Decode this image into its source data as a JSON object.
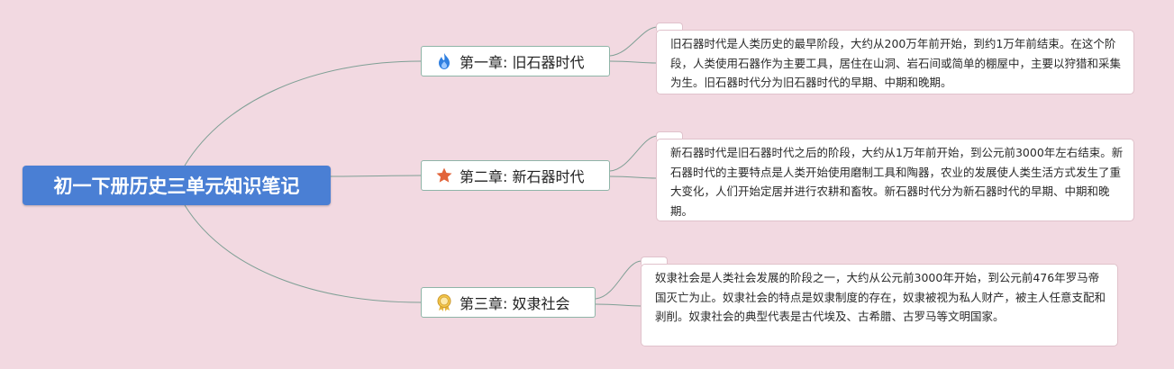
{
  "root": {
    "title": "初一下册历史三单元知识笔记"
  },
  "chapters": [
    {
      "label": "第一章: 旧石器时代",
      "icon": "fire-icon",
      "note": "旧石器时代是人类历史的最早阶段，大约从200万年前开始，到约1万年前结束。在这个阶段，人类使用石器作为主要工具，居住在山洞、岩石间或简单的棚屋中，主要以狩猎和采集为生。旧石器时代分为旧石器时代的早期、中期和晚期。"
    },
    {
      "label": "第二章: 新石器时代",
      "icon": "star-icon",
      "note": "新石器时代是旧石器时代之后的阶段，大约从1万年前开始，到公元前3000年左右结束。新石器时代的主要特点是人类开始使用磨制工具和陶器，农业的发展使人类生活方式发生了重大变化，人们开始定居并进行农耕和畜牧。新石器时代分为新石器时代的早期、中期和晚期。"
    },
    {
      "label": "第三章: 奴隶社会",
      "icon": "medal-icon",
      "note": "奴隶社会是人类社会发展的阶段之一，大约从公元前3000年开始，到公元前476年罗马帝国灭亡为止。奴隶社会的特点是奴隶制度的存在，奴隶被视为私人财产，被主人任意支配和剥削。奴隶社会的典型代表是古代埃及、古希腊、古罗马等文明国家。"
    }
  ],
  "colors": {
    "background": "#f2d9e1",
    "root_fill": "#4a7fd4",
    "connector": "#7f9f95",
    "chapter_border": "#8fb5a8",
    "note_border": "#e0c2cb"
  }
}
